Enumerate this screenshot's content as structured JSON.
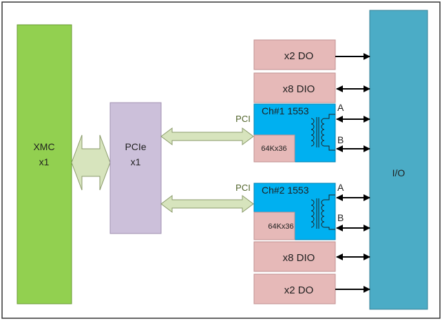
{
  "colors": {
    "xmc": "#92d050",
    "pcie": "#ccc0da",
    "io": "#4bacc6",
    "module": "#e6b9b8",
    "ch_blue": "#00b0f0",
    "bus": "#d7e4bd",
    "text": "#1f1f1f",
    "pci_label": "#4f6228"
  },
  "xmc": {
    "line1": "XMC",
    "line2": "x1"
  },
  "pcie": {
    "line1": "PCIe",
    "line2": "x1"
  },
  "io": {
    "label": "I/O"
  },
  "top": {
    "do_label": "x2 DO",
    "dio_label": "x8 DIO",
    "pci_label": "PCI",
    "channel_title": "Ch#1 1553",
    "memory_label": "64Kx36",
    "bus_a": "A",
    "bus_b": "B"
  },
  "bottom": {
    "pci_label": "PCI",
    "channel_title": "Ch#2 1553",
    "memory_label": "64Kx36",
    "bus_a": "A",
    "bus_b": "B",
    "dio_label": "x8 DIO",
    "do_label": "x2 DO"
  },
  "icons": {
    "transformer": "transformer-coil-icon",
    "arrow": "arrow-icon",
    "double_arrow": "double-arrow-icon"
  }
}
